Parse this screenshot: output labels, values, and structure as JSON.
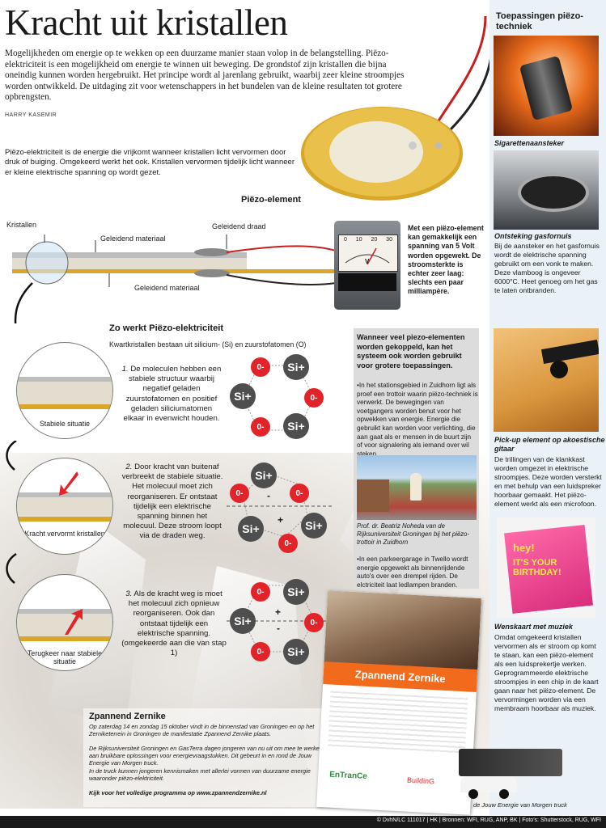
{
  "title": "Kracht uit kristallen",
  "intro": "Mogelijkheden om energie op te wekken op een duurzame manier staan volop in de belangstelling. Piëzo-elektriciteit is een mogelijkheid om energie te winnen uit beweging. De grondstof zijn kristallen die bijna oneindig kunnen worden hergebruikt. Het principe wordt al jarenlang gebruikt, waarbij zeer kleine stroompjes worden ontwikkeld. De uitdaging zit voor wetenschappers in het bundelen van de kleine resultaten tot grotere opbrengsten.",
  "author": "HARRY KASEMIR",
  "definition": "Piëzo-elektriciteit is de energie die vrijkomt wanneer kristallen licht vervormen door druk of buiging. Omgekeerd werkt het ook. Kristallen vervormen tijdelijk licht wanneer er kleine elektrische spanning op wordt gezet.",
  "diagram": {
    "element_label": "Piëzo-element",
    "kristallen": "Kristallen",
    "geleidend_materiaal_top": "Geleidend materiaal",
    "geleidend_draad": "Geleidend draad",
    "geleidend_materiaal_bottom": "Geleidend materiaal",
    "meter_scale": [
      "0",
      "10",
      "20",
      "30"
    ],
    "meter_unit": "V",
    "meter_note": "Met een piëzo-element kan gemakkelijk een spanning van 5 Volt worden opgewekt. De stroomsterkte is echter zeer laag: slechts een paar milliampère."
  },
  "how": {
    "title": "Zo werkt Piëzo-elektriciteit",
    "subtitle": "Kwartkristallen bestaan uit silicium- (Si) en zuurstofatomen (O)",
    "steps": [
      {
        "num": "1.",
        "text": "De moleculen hebben een stabiele structuur waarbij negatief geladen zuurstofatomen en positief geladen siliciumatomen elkaar in evenwicht houden.",
        "caption": "Stabiele situatie"
      },
      {
        "num": "2.",
        "text": "Door kracht van buitenaf verbreekt de stabiele situatie. Het molecuul moet zich reorganiseren. Er ontstaat tijdelijk een elektrische spanning binnen het molecuul. Deze stroom loopt via de draden weg.",
        "caption": "Kracht vervormt kristallen"
      },
      {
        "num": "3.",
        "text": "Als de kracht weg is moet het molecuul zich opnieuw reorganiseren. Ook dan ontstaat tijdelijk een elektrische spanning. (omgekeerde aan die van stap 1)",
        "caption": "Terugkeer naar stabiele situatie"
      }
    ],
    "si": "Si+",
    "o": "0-",
    "plus": "+",
    "minus": "-"
  },
  "grey": {
    "heading": "Wanneer veel piezo-elementen worden gekoppeld, kan het systeem ook worden gebruikt voor grotere toepassingen.",
    "b1": "•In het stationsgebied in Zuidhorn ligt als proef een trottoir waarin piëzo-techniek is verwerkt. De bewegingen van voetgangers worden benut voor het opwekken van energie. Energie die gebruikt kan worden voor verlichting, die aan gaat als er mensen in de buurt zijn of voor signalering als iemand over wil steken.",
    "caption": "Prof. dr. Beatriz Noheda van de Rijksuniversiteit Groningen bij het piëzo-trottoir in Zuidhorn",
    "b2": "•In een parkeergarage in Twello wordt energie opgewekt als binnenrijdende auto's over een drempel rijden. De elctriciteit laat ledlampen branden."
  },
  "side": {
    "title": "Toepassingen piëzo-techniek",
    "items": [
      {
        "caption": "Sigarettenaansteker",
        "text": ""
      },
      {
        "caption": "Ontsteking gasfornuis",
        "text": "Bij de aansteker en het gasfornuis wordt de elektrische spanning gebruikt om een vonk te maken. Deze vlamboog is ongeveer 6000°C. Heet genoeg om het gas te laten ontbranden."
      },
      {
        "caption": "Pick-up element op akoestische gitaar",
        "text": "De trillingen van de klankkast worden omgezet in elektrische stroompjes. Deze worden versterkt en met behulp van een luidspreker hoorbaar gemaakt. Het piëzo-element werkt als een microfoon."
      },
      {
        "caption": "Wenskaart met muziek",
        "text": "Omdat omgekeerd kristallen vervormen als er stroom op komt te staan, kan een piëzo-element als een luidsprekertje werken. Geprogrammeerde elektrische stroompjes in een chip in de kaart gaan naar het piëzo-element. De vervormingen worden via een membraam hoorbaar als muziek."
      }
    ],
    "card_text_1": "hey!",
    "card_text_2": "IT'S YOUR BIRTHDAY!"
  },
  "zz": {
    "title": "Zpannend Zernike",
    "p1": "Op zaterdag 14 en zondag 15 oktober vindt in de binnenstad van Groningen en op het Zerniketerrein in Groningen de manifestatie Zpannend Zernike plaats.",
    "p2": "De Rijksuniversiteit Groningen en GasTerra dagen jongeren van nu uit om mee te werken aan bruikbare oplossingen voor energievraagstukken. Dit gebeurt in en rond de Jouw Energie van Morgen truck.",
    "p3": "In de truck kunnen jongeren kennismaken met allerlei vormen van duurzame energie waaronder piëzo-elektriciteit.",
    "p4": "Kijk voor het volledige programma op www.zpannendzernike.nl"
  },
  "poster": {
    "title": "Zpannend Zernike",
    "logo1": "EnTranCe",
    "logo2": "BuildinG"
  },
  "truck_caption": "de Jouw Energie van Morgen truck",
  "footer": "© DvhN/LC 111017 | HK | Bronnen: WFI, RUG, ANP, BK | Foto's: Shutterstock, RUG, WFI",
  "colors": {
    "oxygen": "#e2232a",
    "silicon": "#4e4e4e",
    "side_bg": "#eaf1f7",
    "grey_box": "#dcdcdc",
    "gold": "#d9a628"
  }
}
